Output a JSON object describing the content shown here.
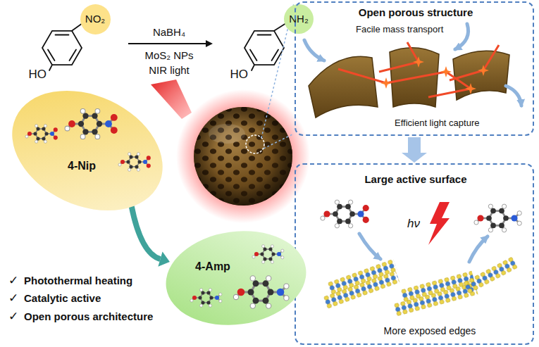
{
  "diagram": {
    "nodes": [
      {
        "text": [
          "NO₂"
        ]
      },
      {
        "text": [
          "NH₂"
        ]
      },
      {
        "text": [
          "Open porous structure",
          "Facile mass transport",
          "Efficient light capture"
        ]
      },
      {
        "text": [
          "4-Nip"
        ]
      },
      {
        "text": [
          "Large active surface",
          "hν",
          "More exposed edges"
        ]
      },
      {
        "text": [
          "4-Amp"
        ]
      }
    ],
    "edges": [
      {
        "from": 3,
        "to": 5,
        "arrow": "to"
      },
      {
        "from": 2,
        "to": 4,
        "arrow": "to"
      }
    ],
    "labels": [
      "HO",
      "NaBH₄",
      "MoS₂ NPs",
      "NIR light",
      "HO",
      "✓",
      "Photothermal heating",
      "✓",
      "Catalytic active",
      "✓",
      "Open porous architecture"
    ]
  }
}
